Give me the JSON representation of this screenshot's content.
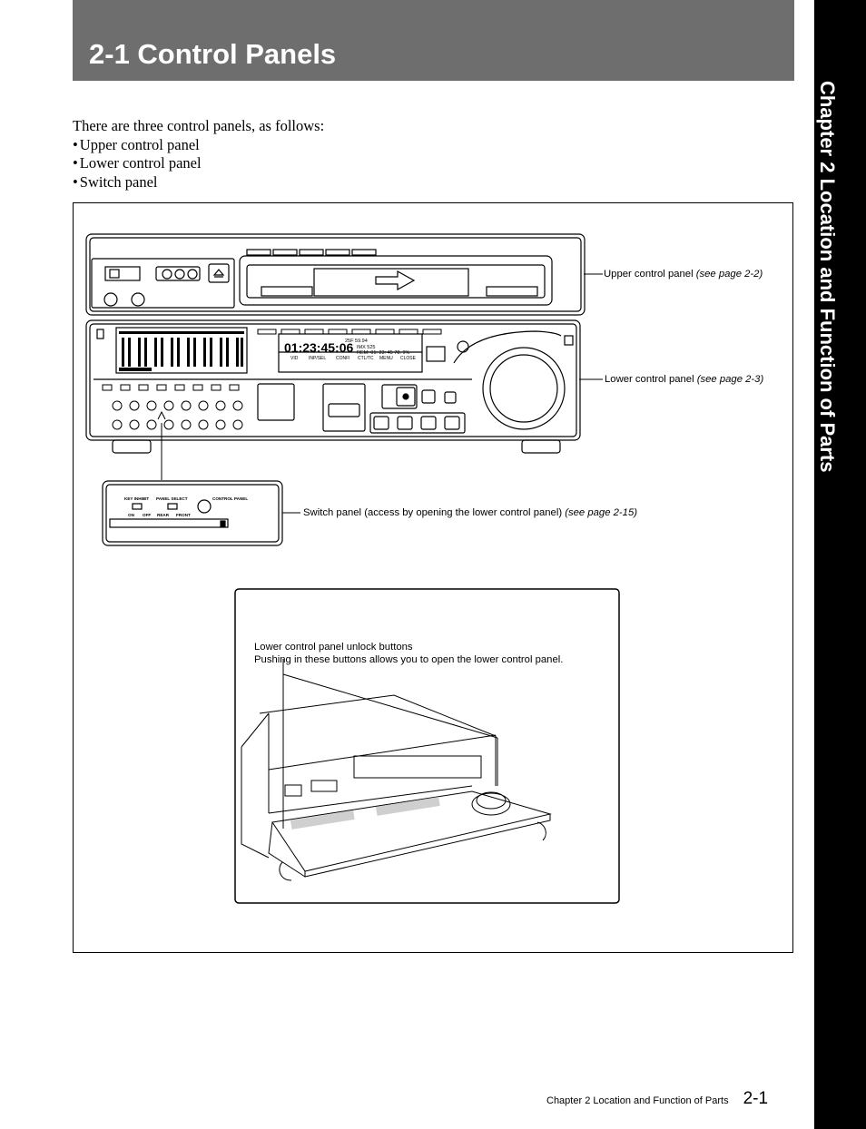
{
  "header": {
    "title": "2-1  Control Panels"
  },
  "side_tab": {
    "text": "Chapter 2   Location and Function of Parts"
  },
  "intro": {
    "lead": "There are three control panels, as follows:",
    "items": [
      "Upper control panel",
      "Lower control panel",
      "Switch panel"
    ]
  },
  "callouts": {
    "upper": {
      "label": "Upper control panel ",
      "ref": "(see page 2-2)"
    },
    "lower": {
      "label": "Lower control panel ",
      "ref": "(see page 2-3)"
    },
    "switch": {
      "label": "Switch panel (access by opening the lower control panel) ",
      "ref": "(see page 2-15)"
    }
  },
  "device": {
    "timecode": "01:23:45:06",
    "display_line1": "25F   59.94",
    "display_line2": "IMX 525",
    "display_line3": "REM: 01: 23: 45  78. 9%",
    "menu_labels": [
      "VID",
      "INP/SEL",
      "CONFI",
      "CTL/TC",
      "MENU",
      "CLOSE"
    ]
  },
  "switch_panel": {
    "key_inhibit": "KEY INHIBIT",
    "panel_select": "PANEL SELECT",
    "control_panel": "CONTROL PANEL",
    "on": "ON",
    "off": "OFF",
    "rear": "REAR",
    "front": "FRONT"
  },
  "inset": {
    "title": "Lower control panel unlock buttons",
    "description": "Pushing in these buttons allows you to open the lower control panel."
  },
  "footer": {
    "chapter": "Chapter 2    Location and Function of Parts",
    "page": "2-1"
  }
}
